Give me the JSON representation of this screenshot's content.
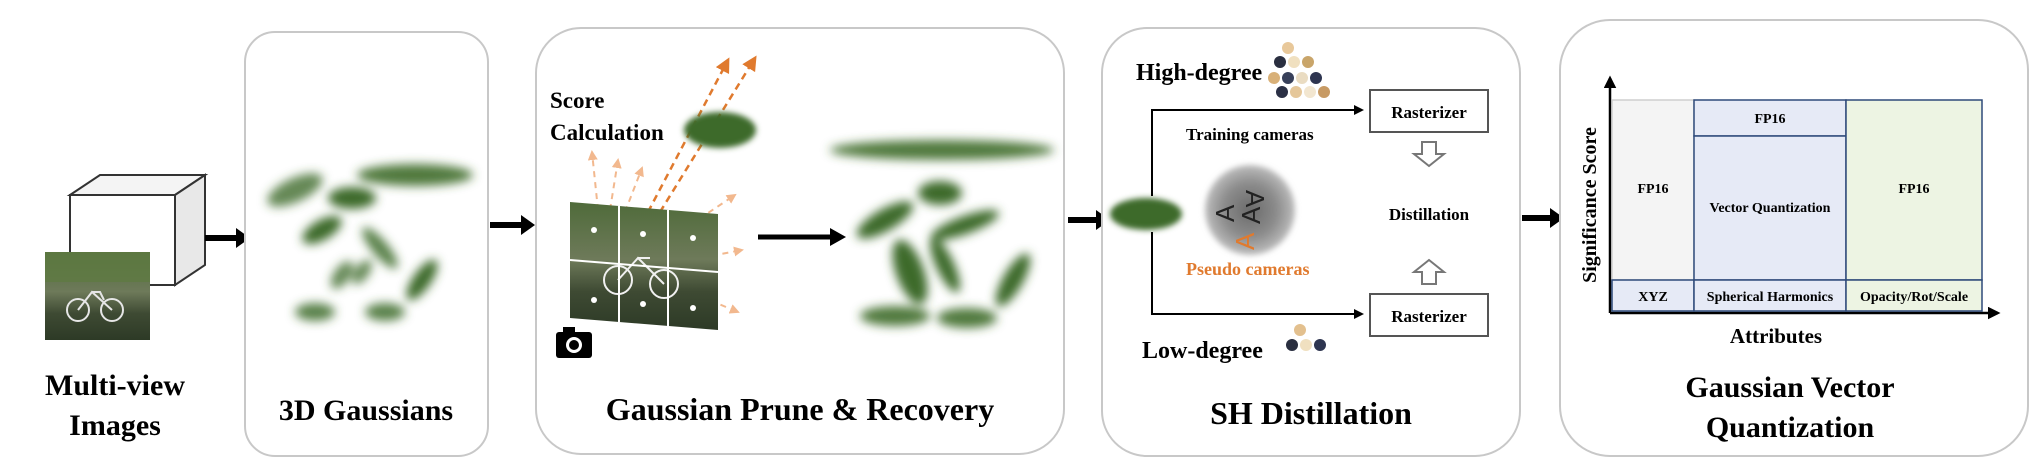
{
  "panels": {
    "multiview": {
      "title_line1": "Multi-view",
      "title_line2": "Images"
    },
    "gaussians": {
      "title": "3D Gaussians"
    },
    "prune": {
      "title": "Gaussian Prune & Recovery",
      "score_line1": "Score",
      "score_line2": "Calculation"
    },
    "sh": {
      "title": "SH Distillation",
      "high_degree": "High-degree",
      "low_degree": "Low-degree",
      "training_cameras": "Training cameras",
      "pseudo_cameras": "Pseudo cameras",
      "distillation": "Distillation",
      "rasterizer_top": "Rasterizer",
      "rasterizer_bottom": "Rasterizer",
      "glyph": "A"
    },
    "vq": {
      "title_line1": "Gaussian Vector",
      "title_line2": "Quantization",
      "y_axis_label": "Significance Score",
      "x_axis_label": "Attributes",
      "cells": {
        "xyz_upper": "FP16",
        "xyz_lower": "XYZ",
        "sh_top": "FP16",
        "sh_middle": "Vector Quantization",
        "sh_lower": "Spherical Harmonics",
        "ors_upper": "FP16",
        "ors_lower": "Opacity/Rot/Scale"
      }
    }
  },
  "colors": {
    "gaussian_green": "#3d6b2a",
    "ray_orange": "#e07a2e",
    "vq_blue_fill": "#e6eaf6",
    "vq_blue_border": "#2f4a7a",
    "vq_green_fill": "#edf4e3",
    "vq_gray_fill": "#f4f4f4"
  }
}
